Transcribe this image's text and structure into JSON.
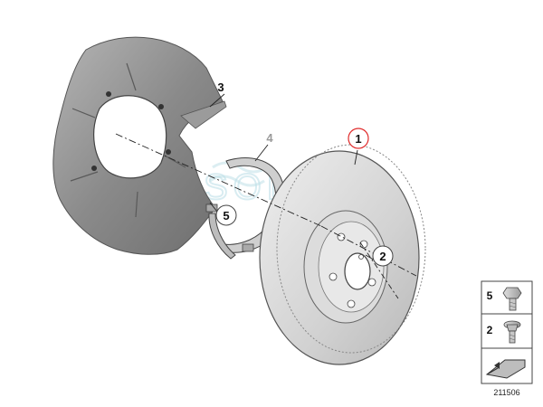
{
  "callouts": {
    "disc": "1",
    "screw": "2",
    "shield": "3",
    "shoe": "4",
    "bolt": "5"
  },
  "legend": {
    "bolt_label": "5",
    "screw_label": "2"
  },
  "reference_number": "211506",
  "watermark_text": "SOL",
  "colors": {
    "highlight_circle": "#e02b2b",
    "part_fill": "#c9c9c9",
    "shield_fill": "#8c8c8c"
  }
}
